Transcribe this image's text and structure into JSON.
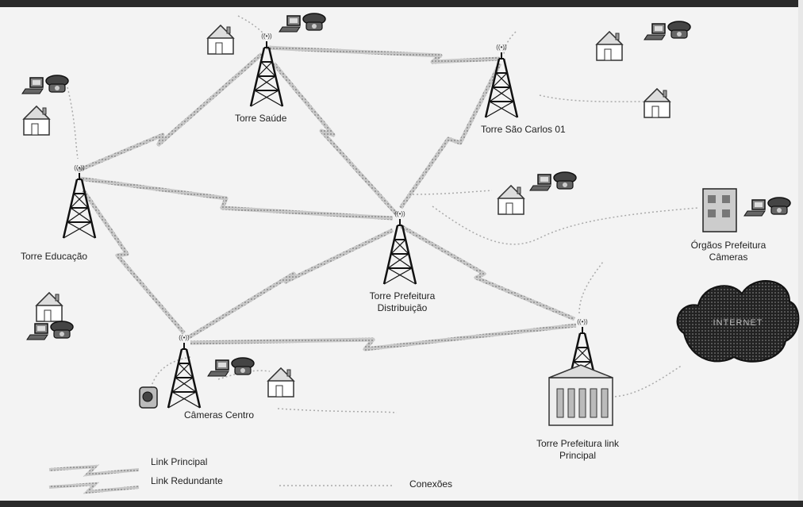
{
  "towers": {
    "saude": "Torre Saúde",
    "sao_carlos": "Torre São Carlos 01",
    "educacao": "Torre Educação",
    "prefeitura_distribuicao": "Torre Prefeitura Distribuição",
    "cameras_centro": "Câmeras Centro",
    "prefeitura_link": "Torre Prefeitura link Principal"
  },
  "orgaos": "Órgãos Prefeitura Câmeras",
  "cloud_label": "INTERNET",
  "legend": {
    "principal": "Link Principal",
    "redundante": "Link Redundante",
    "conexoes": "Conexões"
  }
}
